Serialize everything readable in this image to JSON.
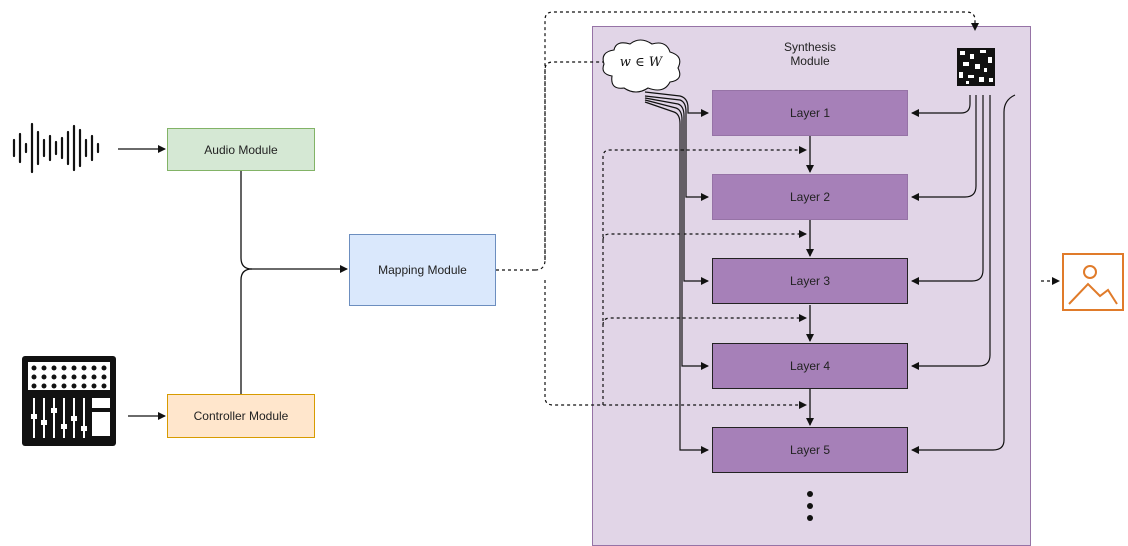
{
  "modules": {
    "audio": "Audio Module",
    "controller": "Controller Module",
    "mapping": "Mapping Module",
    "synthesis_line1": "Synthesis",
    "synthesis_line2": "Module"
  },
  "latent_label": "w ∈ W",
  "layers": [
    "Layer 1",
    "Layer 2",
    "Layer 3",
    "Layer 4",
    "Layer 5"
  ],
  "icons": {
    "audio": "audio-waveform-icon",
    "controller": "mixer-console-icon",
    "noise": "noise-pattern-icon",
    "output": "image-output-icon"
  },
  "colors": {
    "audio_fill": "#d5e8d4",
    "controller_fill": "#ffe6cc",
    "mapping_fill": "#dae8fc",
    "synthesis_fill": "#e1d5e7",
    "layer_fill": "#a680b8",
    "output_icon": "#e07b2a"
  }
}
